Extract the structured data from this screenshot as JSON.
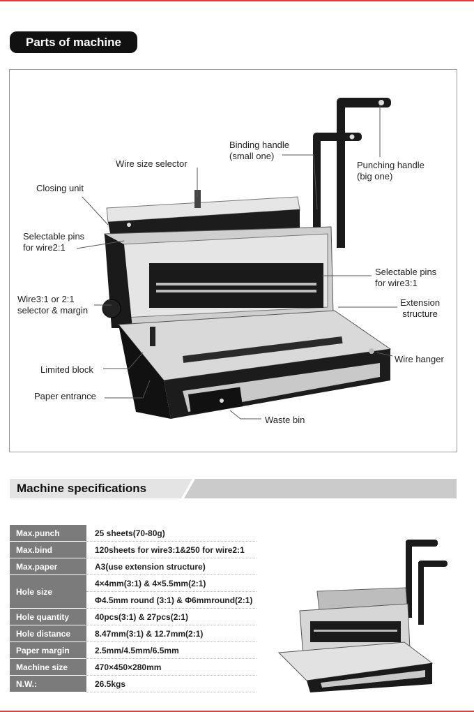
{
  "section_parts": {
    "title": "Parts of machine"
  },
  "labels": {
    "binding_handle": "Binding handle\n(small one)",
    "punching_handle": "Punching handle\n(big one)",
    "wire_size_selector": "Wire size selector",
    "closing_unit": "Closing unit",
    "pins_21": "Selectable pins\nfor wire2:1",
    "pins_31": "Selectable pins\nfor wire3:1",
    "wire_selector_margin": "Wire3:1 or 2:1\nselector & margin",
    "extension_structure": "Extension\nstructure",
    "wire_hanger": "Wire hanger",
    "limited_block": "Limited block",
    "paper_entrance": "Paper entrance",
    "waste_bin": "Waste bin"
  },
  "section_specs": {
    "title": "Machine specifications"
  },
  "specs": [
    {
      "key": "Max.punch",
      "values": [
        "25 sheets(70-80g)"
      ]
    },
    {
      "key": "Max.bind",
      "values": [
        "120sheets for wire3:1&250 for wire2:1"
      ]
    },
    {
      "key": "Max.paper",
      "values": [
        "A3(use extension structure)"
      ]
    },
    {
      "key": "Hole size",
      "values": [
        "4×4mm(3:1) & 4×5.5mm(2:1)",
        "Φ4.5mm round (3:1) & Φ6mmround(2:1)"
      ]
    },
    {
      "key": "Hole quantity",
      "values": [
        "40pcs(3:1) & 27pcs(2:1)"
      ]
    },
    {
      "key": "Hole distance",
      "values": [
        "8.47mm(3:1) & 12.7mm(2:1)"
      ]
    },
    {
      "key": "Paper margin",
      "values": [
        "2.5mm/4.5mm/6.5mm"
      ]
    },
    {
      "key": "Machine size",
      "values": [
        "470×450×280mm"
      ]
    },
    {
      "key": "N.W.:",
      "values": [
        "26.5kgs"
      ]
    }
  ]
}
